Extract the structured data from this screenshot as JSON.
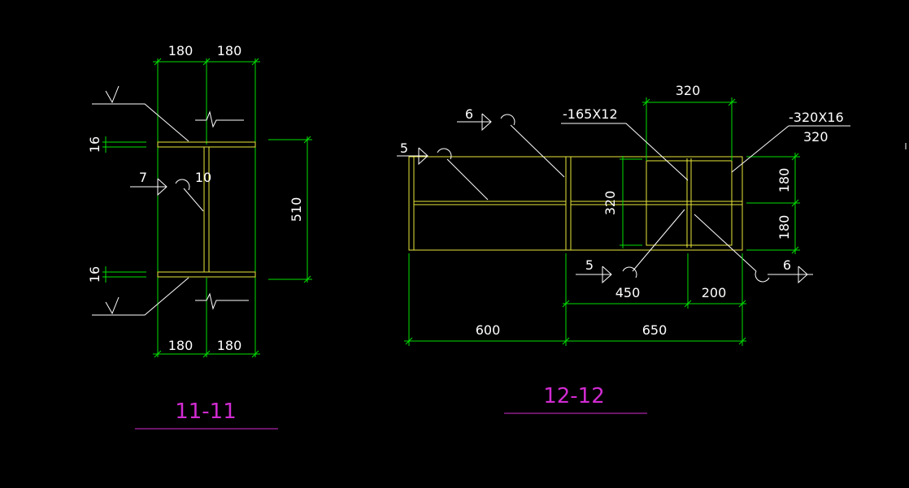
{
  "section_11": {
    "title": "11-11",
    "dim_top_left": "180",
    "dim_top_right": "180",
    "dim_bottom_left": "180",
    "dim_bottom_right": "180",
    "dim_height": "510",
    "dim_flange_top": "16",
    "dim_flange_bottom": "16",
    "weld_size": "7",
    "web_thickness": "10"
  },
  "section_12": {
    "title": "12-12",
    "plate_width": "320",
    "stiffener_label": "-165X12",
    "end_plate_label": "-320X16",
    "end_plate_size": "320",
    "dim_upper": "180",
    "dim_lower": "180",
    "dim_plate_height": "320",
    "weld_top_left": "6",
    "weld_left": "5",
    "weld_bottom": "5",
    "weld_right": "6",
    "dim_450": "450",
    "dim_200": "200",
    "dim_600": "600",
    "dim_650": "650"
  },
  "colors": {
    "background": "#000000",
    "dimension": "#00e000",
    "member": "#e8e83a",
    "leader": "#ffffff",
    "title": "#d22bd2"
  }
}
